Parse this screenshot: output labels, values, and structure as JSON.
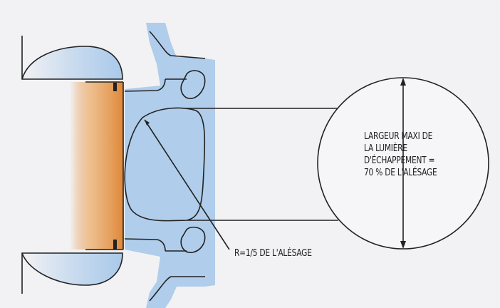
{
  "labels": {
    "port_width": [
      "LARGEUR MAXI DE",
      "LA LUMIÈRE",
      "D'ÉCHAPPEMENT =",
      "70 % DE L'ALÉSAGE"
    ],
    "radius": "R=1/5 DE L'ALÉSAGE"
  },
  "colors": {
    "piston": "#e08a3c",
    "water_jacket": "#a9c9ea",
    "outline": "#222222"
  }
}
